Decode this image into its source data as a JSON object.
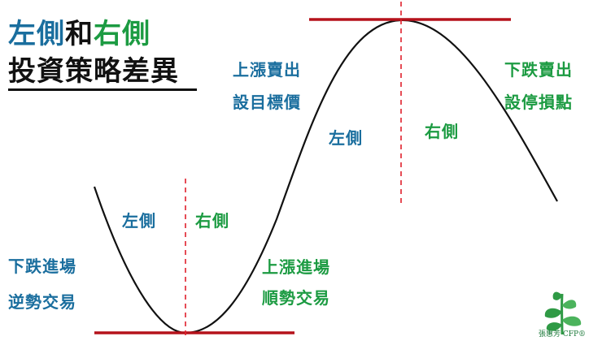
{
  "title": {
    "part1": "左側",
    "part2": "和",
    "part3": "右側",
    "line2": "投資策略差異"
  },
  "labels": {
    "top_left_1": "上漲賣出",
    "top_left_2": "設目標價",
    "top_right_1": "下跌賣出",
    "top_right_2": "設停損點",
    "upper_left_side": "左側",
    "upper_right_side": "右側",
    "lower_left_side": "左側",
    "lower_right_side": "右側",
    "bottom_left_1": "下跌進場",
    "bottom_left_2": "逆勢交易",
    "bottom_mid_1": "上漲進場",
    "bottom_mid_2": "順勢交易"
  },
  "logo": {
    "text": "張惠芳 CFP®",
    "icon": "sprout-icon"
  },
  "colors": {
    "blue": "#1a6e9e",
    "green": "#1c9b42",
    "black": "#111111",
    "red_line": "#b5121b",
    "red_dash": "#e0212c"
  }
}
